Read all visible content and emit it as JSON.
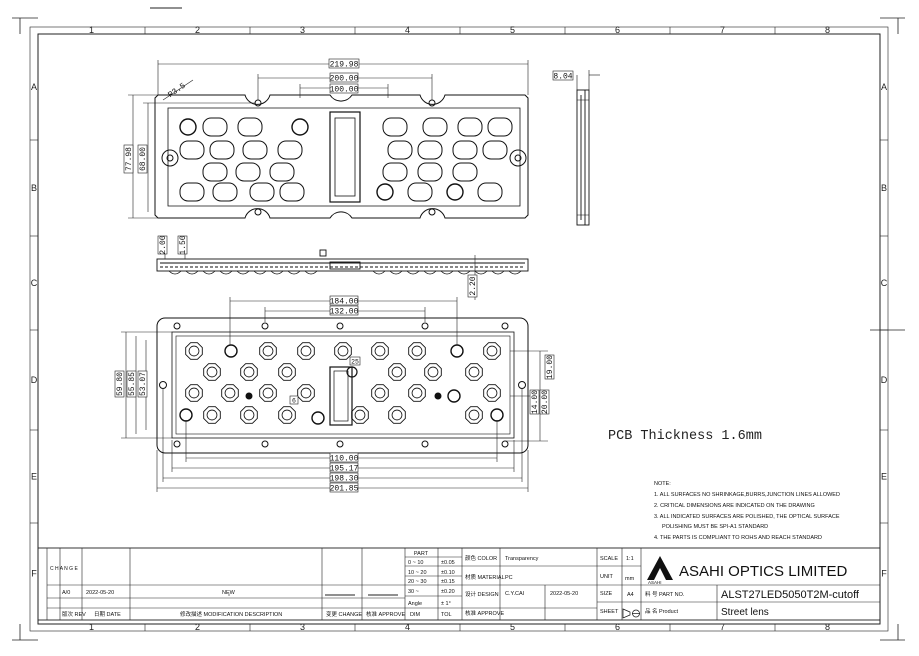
{
  "frame": {
    "columns": [
      "1",
      "2",
      "3",
      "4",
      "5",
      "6",
      "7",
      "8"
    ],
    "rows": [
      "A",
      "B",
      "C",
      "D",
      "E",
      "F"
    ]
  },
  "dimensions": {
    "top_view": {
      "overall_length": "219.98",
      "hole_span": "200.00",
      "center_span": "100.00",
      "overall_width": "77.98",
      "hole_width": "68.00",
      "corner_radius": "R3.5",
      "thickness": "8.04"
    },
    "side_view": {
      "h1": "2.00",
      "h2": "1.50",
      "h3": "2.20"
    },
    "bottom_view": {
      "span_a": "184.00",
      "span_b": "132.00",
      "w1": "59.80",
      "w2": "55.85",
      "w3": "53.07",
      "w4": "19.00",
      "w5": "14.00",
      "w6": "20.00",
      "b1": "110.00",
      "b2": "195.17",
      "b3": "198.30",
      "b4": "201.85",
      "tag1": "25",
      "tag2": "6"
    }
  },
  "pcb_note": "PCB Thickness 1.6mm",
  "notes": {
    "heading": "NOTE:",
    "items": [
      "1. ALL SURFACES NO SHRINKAGE,BURRS,JUNCTION LINES ALLOWED",
      "2. CRITICAL DIMENSIONS ARE INDICATED ON THE DRAWING",
      "3. ALL INDICATED SURFACES ARE POLISHED, THE OPTICAL SURFACE",
      "POLISHING MUST BE SPI-A1 STANDARD",
      "4. THE PARTS IS COMPLIANT TO ROHS AND REACH STANDARD"
    ]
  },
  "title_block": {
    "change_label": "C H A N G E",
    "rev": "A/0",
    "date": "2022-05-20",
    "modification": "NEW",
    "rev_head": "版次 REV",
    "date_head": "日期 DATE",
    "mod_head": "修改描述 MODIFICATION DESCRIPTION",
    "change_head": "变更 CHANGE",
    "approve_head": "核准 APPROVE",
    "tol_title": "PART",
    "tol_rows": [
      {
        "dim": "0 ~ 10",
        "tol": "±0.05"
      },
      {
        "dim": "10 ~ 20",
        "tol": "±0.10"
      },
      {
        "dim": "20 ~ 30",
        "tol": "±0.15"
      },
      {
        "dim": "30 ~",
        "tol": "±0.20"
      },
      {
        "dim": "Angle",
        "tol": "± 1°"
      }
    ],
    "dim_head": "DIM",
    "tol_head": "TOL",
    "color_label": "颜色 COLOR",
    "color_value": "Transparency",
    "material_label": "材质 MATERIAL",
    "material_value": "PC",
    "design_label": "设计 DESIGN",
    "designer": "C.Y.CAI",
    "design_date": "2022-05-20",
    "approve_label": "核准 APPROVE",
    "scale_label": "SCALE",
    "scale_value": "1:1",
    "unit_label": "UNIT",
    "unit_value": "mm",
    "size_label": "SIZE",
    "size_value": "A4",
    "sheet_label": "SHEET",
    "company": "ASAHI OPTICS LIMITED",
    "logo_text": "ASAHI",
    "part_label": "料 号  PART NO.",
    "part_no": "ALST27LED5050T2M-cutoff",
    "product_label": "品 名  Product",
    "product": "Street lens"
  }
}
